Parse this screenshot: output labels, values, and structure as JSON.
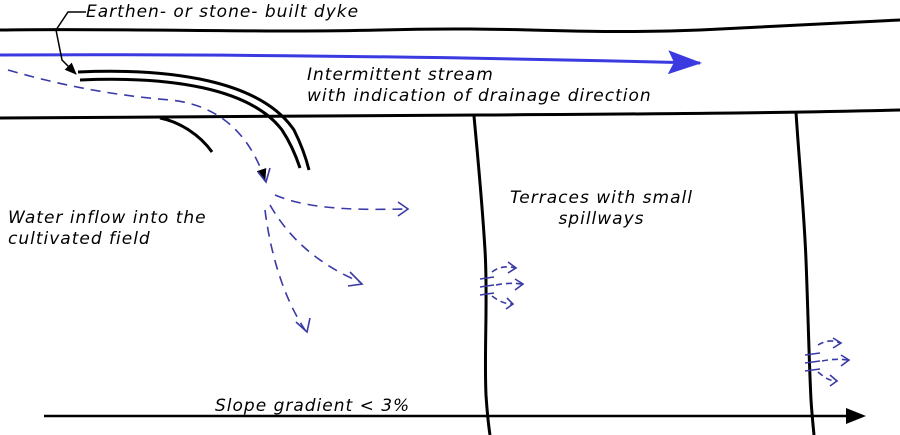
{
  "labels": {
    "dyke": "Earthen- or stone- built dyke",
    "stream": "Intermittent stream\nwith indication of drainage direction",
    "inflow": "Water inflow into the\ncultivated field",
    "terraces": "Terraces with small\nspillways",
    "slope": "Slope gradient < 3%"
  },
  "colors": {
    "stream_arrow": "#3a3ae0",
    "water_flow": "#3a3aa6",
    "line": "#000000"
  }
}
